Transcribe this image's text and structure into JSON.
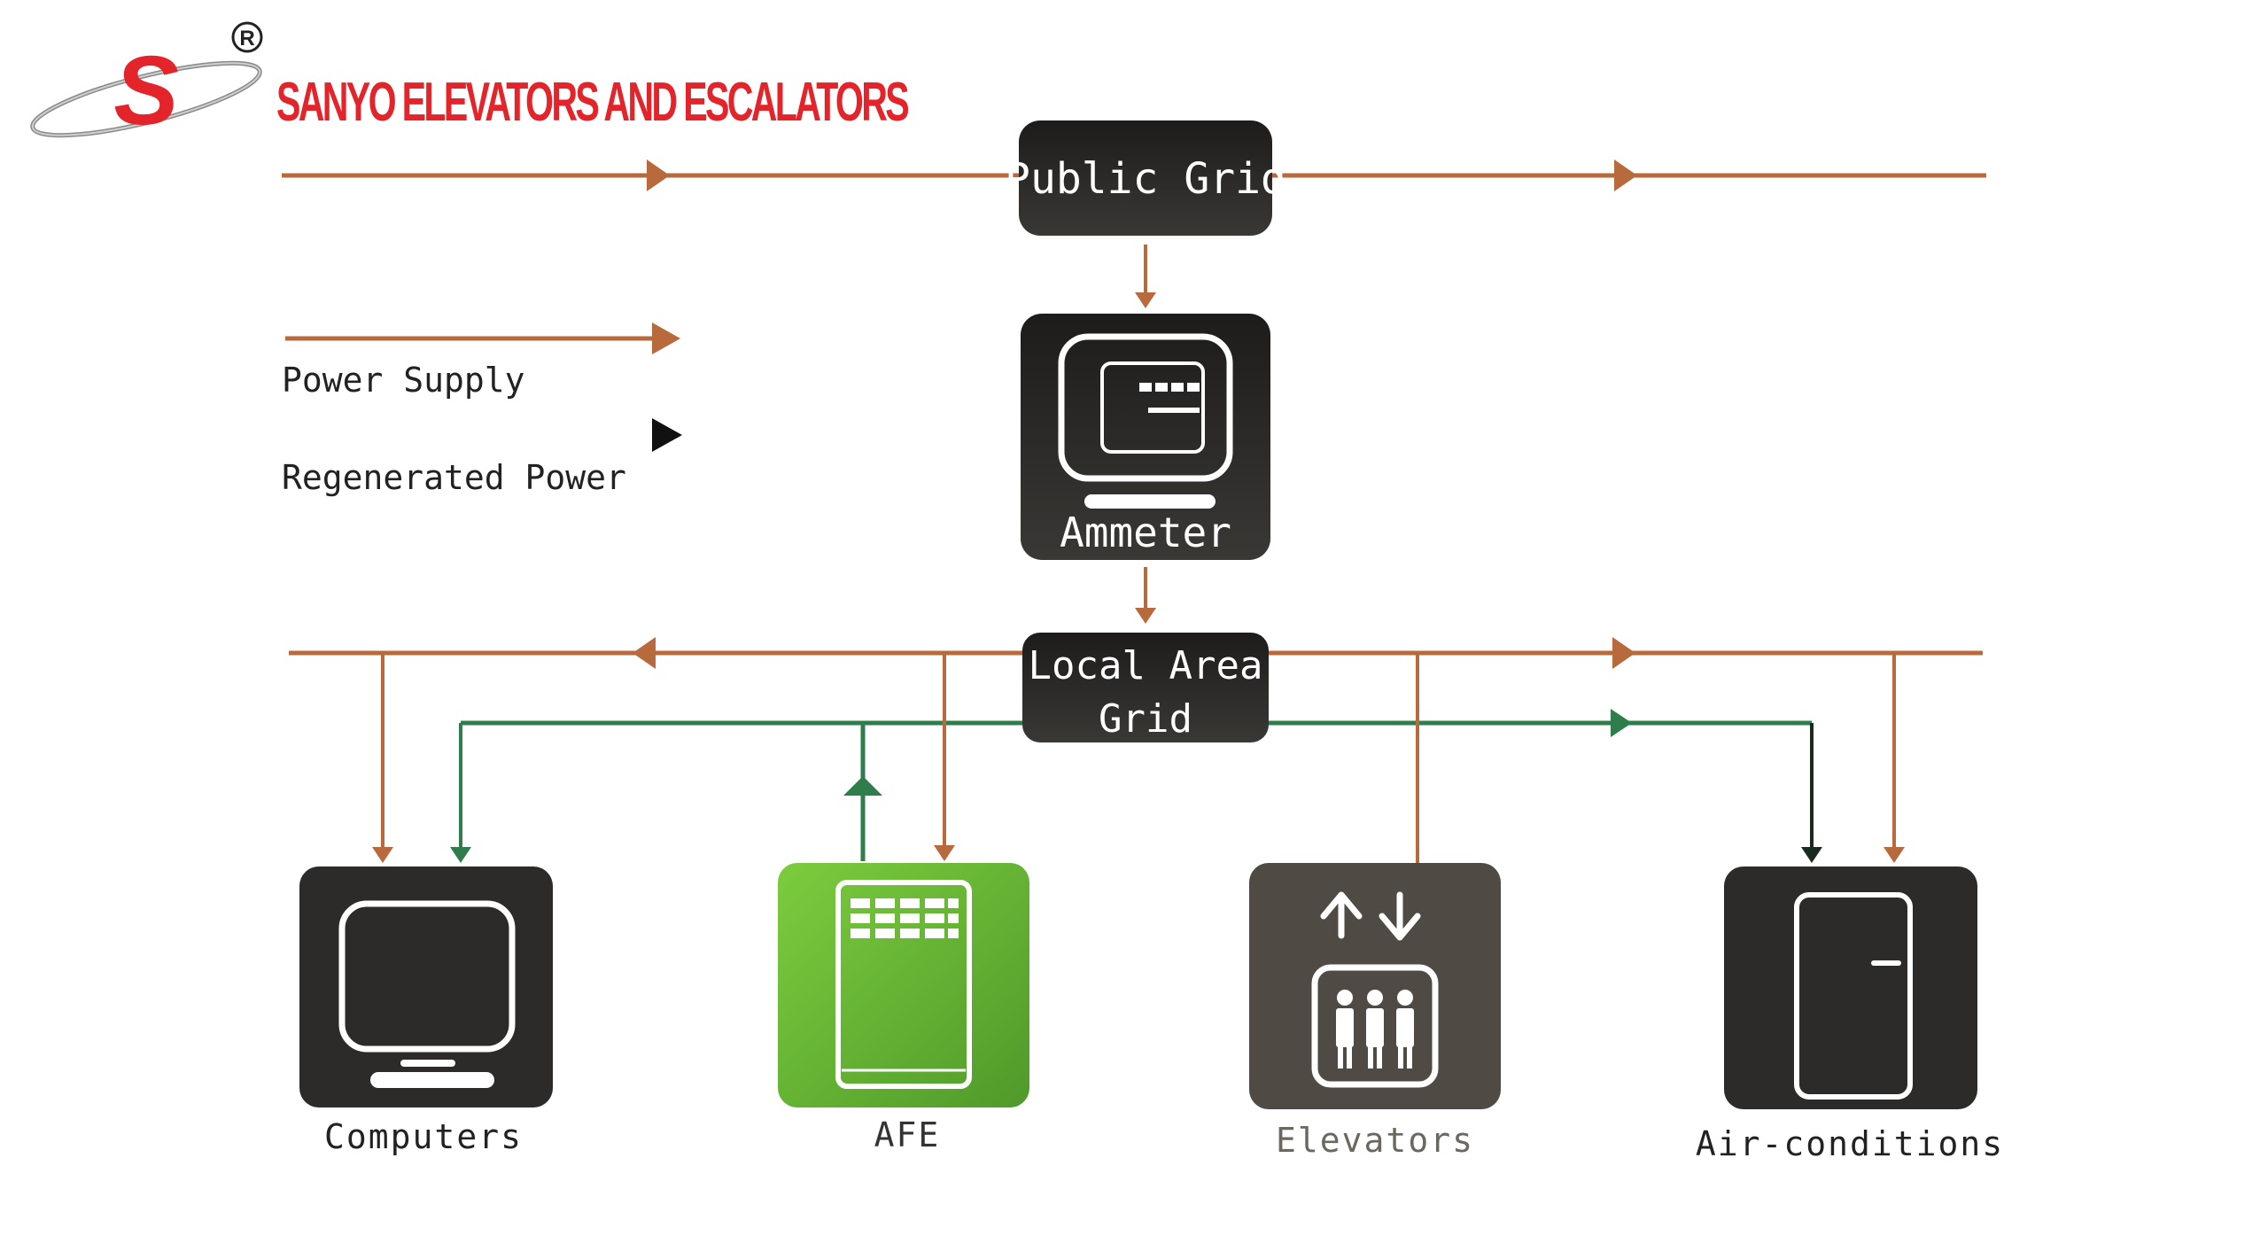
{
  "brand": {
    "name": "SANYO ELEVATORS AND ESCALATORS",
    "registered_mark": "R",
    "logo_letter": "S"
  },
  "nodes": {
    "public_grid": "Public Grid",
    "ammeter": "Ammeter",
    "local_area_grid_line1": "Local Area",
    "local_area_grid_line2": "Grid"
  },
  "legend": {
    "power_supply": "Power Supply",
    "regenerated_power": "Regenerated Power"
  },
  "devices": {
    "computers": "Computers",
    "afe": "AFE",
    "elevators": "Elevators",
    "air_conditions": "Air-conditions"
  },
  "colors": {
    "power_line": "#b86a3c",
    "regen_line": "#2e7d4a",
    "node_bg": "#2a2826",
    "afe_green": "#6dbb3a",
    "brand_red": "#e3242b",
    "elevator_box": "#4f4b44",
    "device_box": "#2d2b29"
  }
}
